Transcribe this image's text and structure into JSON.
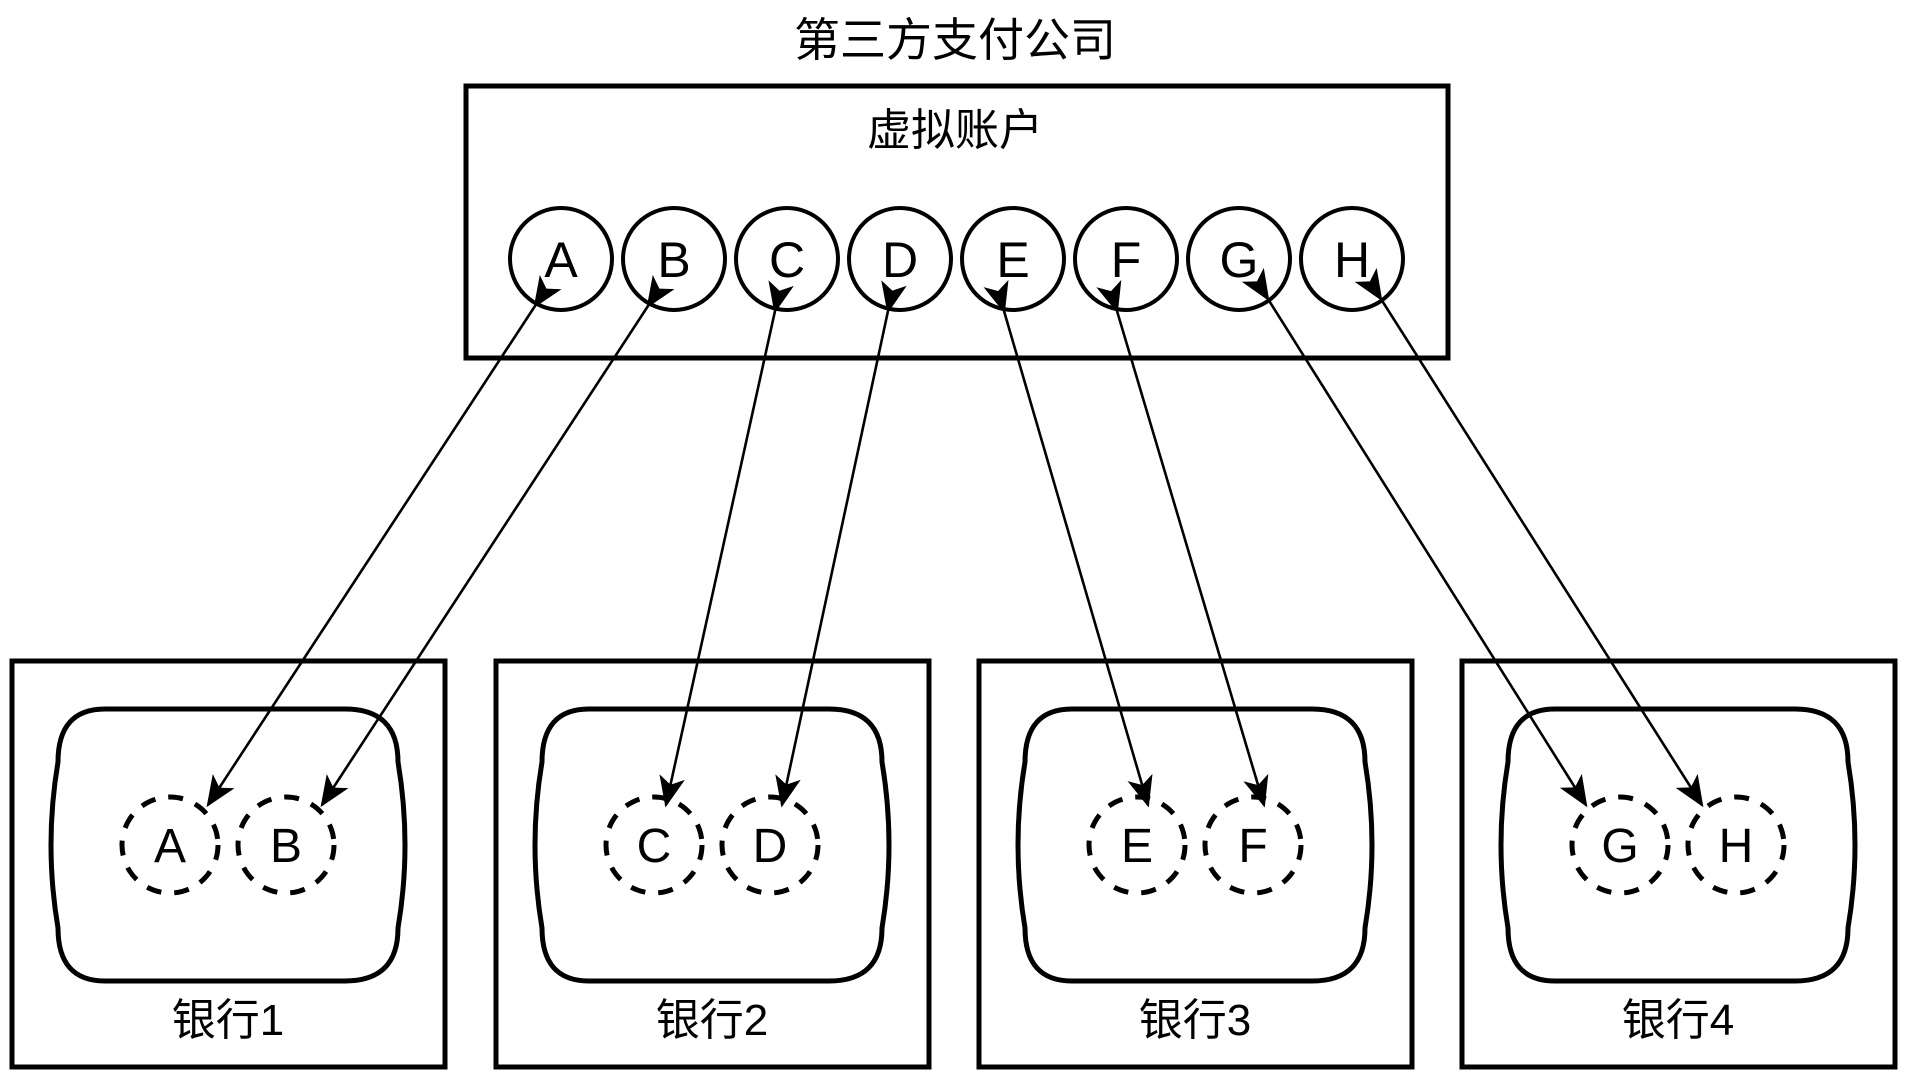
{
  "diagram": {
    "title": "第三方支付公司",
    "provider_section": {
      "label": "虚拟账户",
      "accounts": [
        {
          "id": "A",
          "label": "A"
        },
        {
          "id": "B",
          "label": "B"
        },
        {
          "id": "C",
          "label": "C"
        },
        {
          "id": "D",
          "label": "D"
        },
        {
          "id": "E",
          "label": "E"
        },
        {
          "id": "F",
          "label": "F"
        },
        {
          "id": "G",
          "label": "G"
        },
        {
          "id": "H",
          "label": "H"
        }
      ]
    },
    "banks": [
      {
        "label": "银行1",
        "accounts": [
          {
            "id": "A",
            "label": "A"
          },
          {
            "id": "B",
            "label": "B"
          }
        ]
      },
      {
        "label": "银行2",
        "accounts": [
          {
            "id": "C",
            "label": "C"
          },
          {
            "id": "D",
            "label": "D"
          }
        ]
      },
      {
        "label": "银行3",
        "accounts": [
          {
            "id": "E",
            "label": "E"
          },
          {
            "id": "F",
            "label": "F"
          }
        ]
      },
      {
        "label": "银行4",
        "accounts": [
          {
            "id": "G",
            "label": "G"
          },
          {
            "id": "H",
            "label": "H"
          }
        ]
      }
    ],
    "connections": [
      {
        "from": "A",
        "to": "A",
        "style": "double-arrow"
      },
      {
        "from": "B",
        "to": "B",
        "style": "double-arrow"
      },
      {
        "from": "C",
        "to": "C",
        "style": "double-arrow"
      },
      {
        "from": "D",
        "to": "D",
        "style": "double-arrow"
      },
      {
        "from": "E",
        "to": "E",
        "style": "double-arrow"
      },
      {
        "from": "F",
        "to": "F",
        "style": "double-arrow"
      },
      {
        "from": "G",
        "to": "G",
        "style": "double-arrow"
      },
      {
        "from": "H",
        "to": "H",
        "style": "double-arrow"
      }
    ],
    "colors": {
      "stroke": "#000000",
      "background": "#ffffff"
    }
  }
}
